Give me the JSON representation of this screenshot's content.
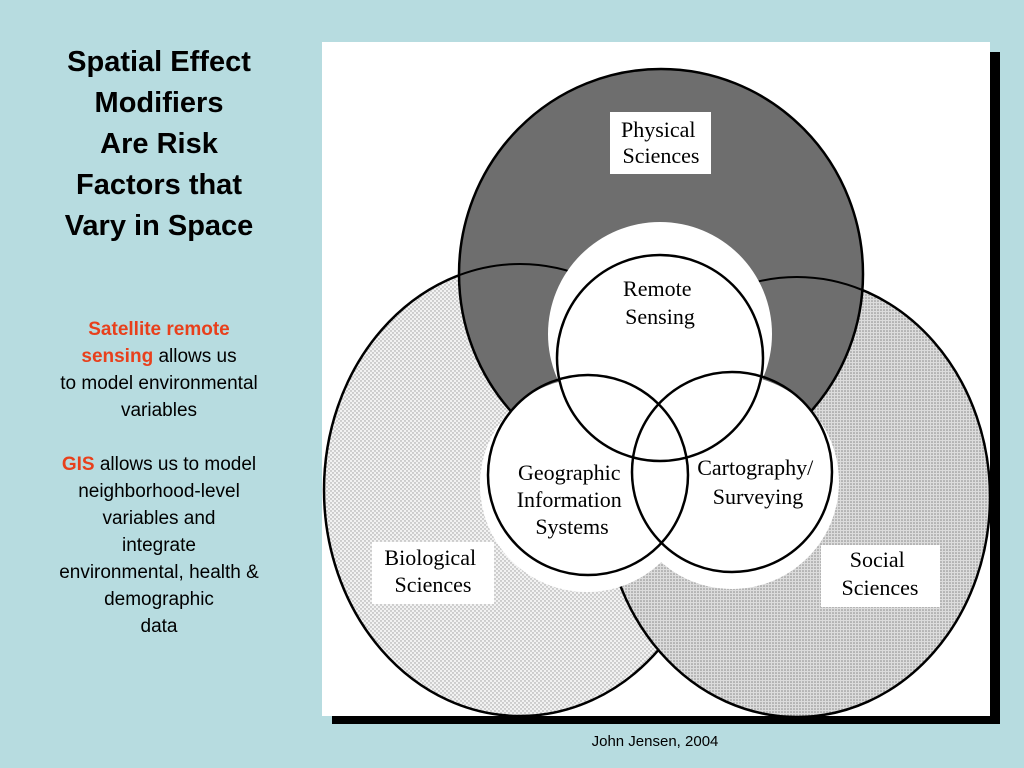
{
  "title_lines": [
    "Spatial Effect",
    "Modifiers",
    "Are Risk",
    "Factors that",
    "Vary in Space"
  ],
  "paragraph1": {
    "highlight_line1": "Satellite remote",
    "highlight_line2": "sensing",
    "rest_line2": "allows us",
    "line3": "to model environmental",
    "line4": "variables"
  },
  "paragraph2": {
    "highlight": "GIS",
    "rest_line1": "allows us to model",
    "lines": [
      "neighborhood-level",
      "variables and",
      "integrate",
      "environmental, health &",
      "demographic",
      "data"
    ]
  },
  "highlight_color": "#e8401c",
  "background_color": "#b7dce0",
  "diagram": {
    "physical": [
      "Physical",
      "Sciences"
    ],
    "biological": [
      "Biological",
      "Sciences"
    ],
    "social": [
      "Social",
      "Sciences"
    ],
    "remote": [
      "Remote",
      "Sensing"
    ],
    "gis": [
      "Geographic",
      "Information",
      "Systems"
    ],
    "carto": [
      "Cartography/",
      "Surveying"
    ]
  },
  "credit": "John Jensen, 2004"
}
